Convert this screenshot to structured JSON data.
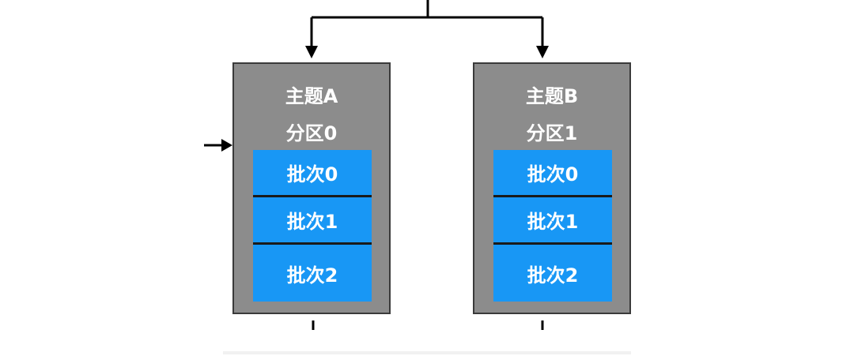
{
  "partitions": [
    {
      "topic": "主题A",
      "partition": "分区0",
      "batches": [
        "批次0",
        "批次1",
        "批次2"
      ]
    },
    {
      "topic": "主题B",
      "partition": "分区1",
      "batches": [
        "批次0",
        "批次1",
        "批次2"
      ]
    }
  ],
  "colors": {
    "box": "#8c8c8c",
    "batch": "#1897f5",
    "arrow": "#000000"
  }
}
